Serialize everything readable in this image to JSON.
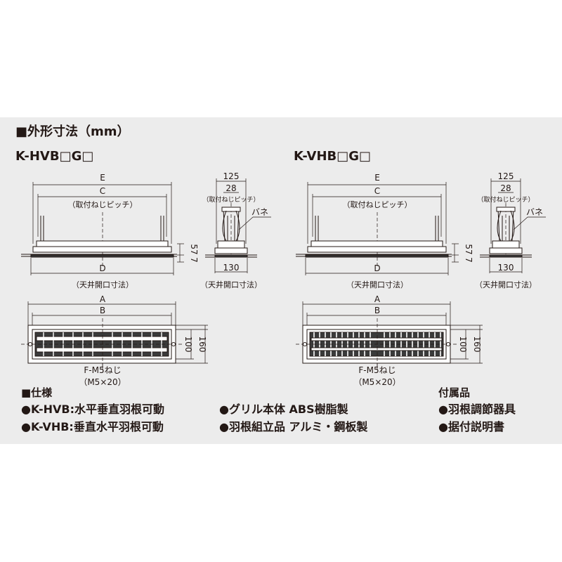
{
  "section_title": "■外形寸法（mm）",
  "colors": {
    "panel_bg": "#ececec",
    "ink": "#231815"
  },
  "models": [
    {
      "name": "K-HVB□G□",
      "front": {
        "E": "E",
        "C": "C",
        "pitch_note": "（取付ねじピッチ）",
        "h1": "57",
        "h2": "7",
        "D": "D",
        "opening_note": "（天井開口寸法）"
      },
      "side": {
        "w125": "125",
        "w28": "28",
        "pitch_note": "（取付ねじピッチ）",
        "spring": "バネ",
        "w130": "130",
        "opening_note": "（天井開口寸法）"
      },
      "plan": {
        "A": "A",
        "B": "B",
        "h100": "100",
        "h160": "160",
        "screw": "F-M5ねじ",
        "screw_size": "（M5×20）"
      }
    },
    {
      "name": "K-VHB□G□",
      "front": {
        "E": "E",
        "C": "C",
        "pitch_note": "（取付ねじピッチ）",
        "h1": "57",
        "h2": "7",
        "D": "D",
        "opening_note": "（天井開口寸法）"
      },
      "side": {
        "w125": "125",
        "w28": "28",
        "pitch_note": "（取付ねじピッチ）",
        "spring": "バネ",
        "w130": "130",
        "opening_note": "（天井開口寸法）"
      },
      "plan": {
        "A": "A",
        "B": "B",
        "h100": "100",
        "h160": "160",
        "screw": "F-M5ねじ",
        "screw_size": "（M5×20）"
      }
    }
  ],
  "spec": {
    "title": "■仕様",
    "col1": [
      "●K-HVB:水平垂直羽根可動",
      "●K-VHB:垂直水平羽根可動"
    ],
    "col2": [
      "●グリル本体 ABS樹脂製",
      "●羽根組立品 アルミ・鋼板製"
    ]
  },
  "accessories": {
    "title": "付属品",
    "items": [
      "●羽根調節器具",
      "●据付説明書"
    ]
  }
}
